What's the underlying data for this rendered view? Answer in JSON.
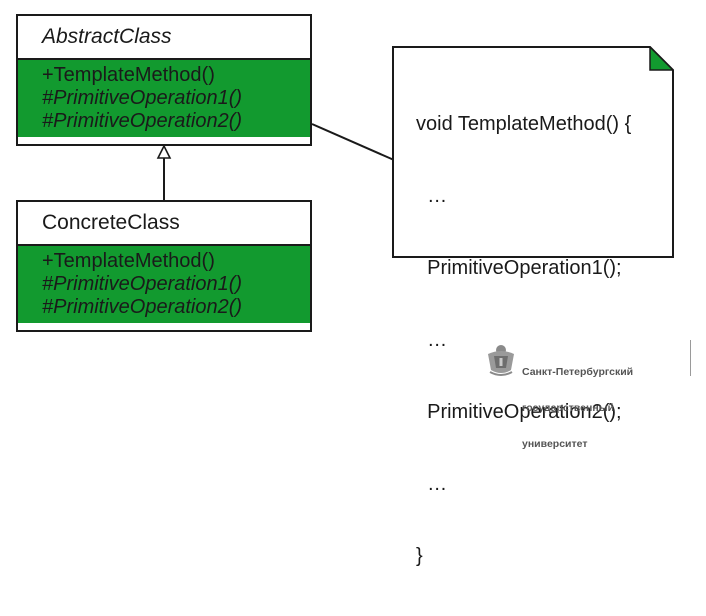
{
  "colors": {
    "operations_fill": "#129a2f",
    "border": "#1a1a1a",
    "note_fold": "#129a2f"
  },
  "abstract_class": {
    "name": "AbstractClass",
    "operations": [
      "+TemplateMethod()",
      "#PrimitiveOperation1()",
      "#PrimitiveOperation2()"
    ]
  },
  "concrete_class": {
    "name": "ConcreteClass",
    "operations": [
      "+TemplateMethod()",
      "#PrimitiveOperation1()",
      "#PrimitiveOperation2()"
    ]
  },
  "note": {
    "lines": [
      "void TemplateMethod() {",
      "  …",
      "  PrimitiveOperation1();",
      "  …",
      "  PrimitiveOperation2();",
      "  …",
      "}"
    ]
  },
  "logo": {
    "name_lines": [
      "Санкт-Петербургский",
      "государственный",
      "университет"
    ],
    "icon": "spbu-emblem-icon"
  }
}
